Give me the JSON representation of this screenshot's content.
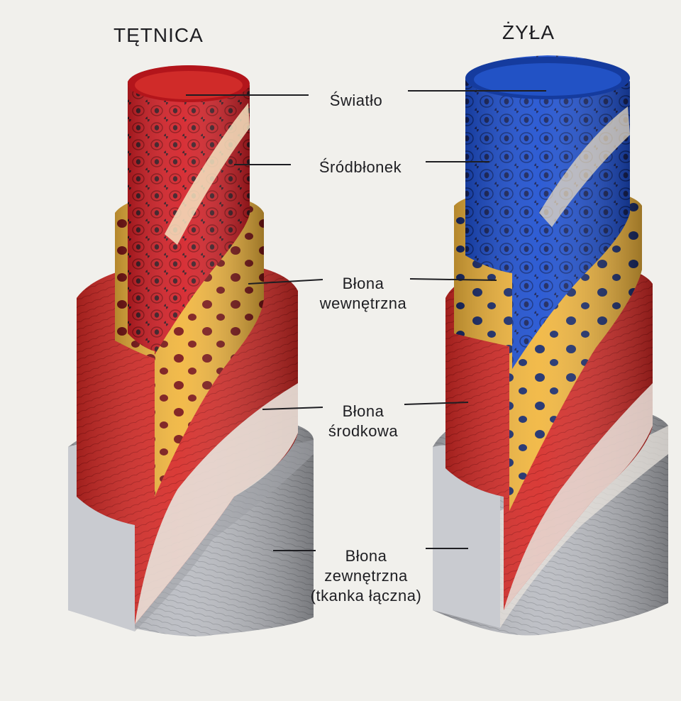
{
  "titles": {
    "artery": "TĘTNICA",
    "vein": "ŻYŁA"
  },
  "labels": {
    "lumen": [
      "Światło"
    ],
    "endothelium": [
      "Śródbłonek"
    ],
    "tunica_intima": [
      "Błona",
      "wewnętrzna"
    ],
    "tunica_media": [
      "Błona",
      "środkowa"
    ],
    "tunica_externa": [
      "Błona",
      "zewnętrzna",
      "(tkanka łączna)"
    ]
  },
  "colors": {
    "artery_endothelium": "#d41f26",
    "vein_endothelium": "#1d4fd0",
    "intima": "#f1b53c",
    "media": "#d62a26",
    "externa": "#b9bbc1"
  }
}
